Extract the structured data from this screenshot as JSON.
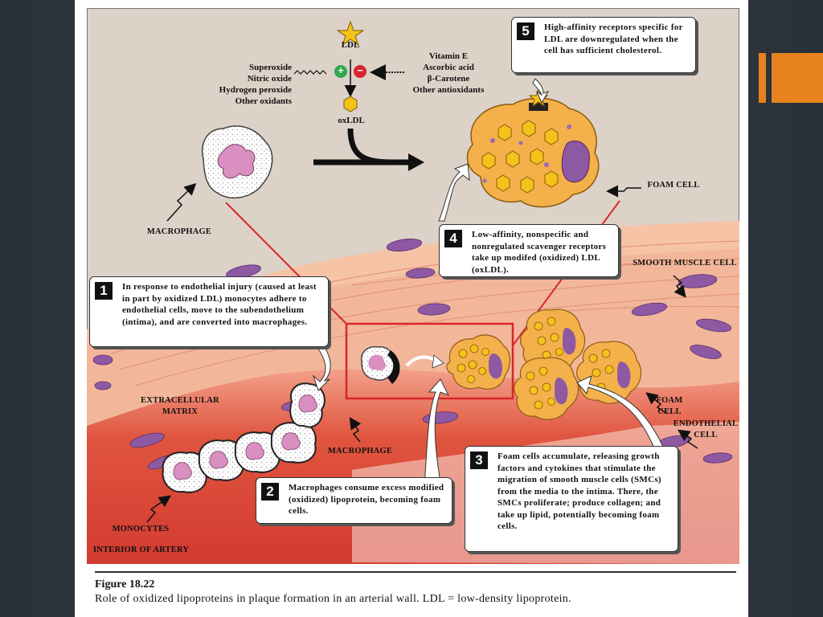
{
  "figure": {
    "labels": {
      "ldl": "LDL",
      "oxidants": "Superoxide\nNitric oxide\nHydrogen peroxide\nOther oxidants",
      "antioxidants": "Vitamin E\nAscorbic acid\nβ-Carotene\nOther antioxidants",
      "oxldl": "oxLDL",
      "macrophage_top": "MACROPHAGE",
      "foam_cell_top": "FOAM CELL",
      "smooth_muscle_cell": "SMOOTH MUSCLE CELL",
      "extracellular_matrix": "EXTRACELLULAR\nMATRIX",
      "macrophage_bottom": "MACROPHAGE",
      "foam_cell_right": "FOAM\nCELL",
      "endothelial_cell": "ENDOTHELIAL\nCELL",
      "monocytes": "MONOCYTES",
      "interior_of_artery": "INTERIOR OF ARTERY",
      "plus_sign": "+",
      "minus_sign": "−"
    },
    "callouts": [
      {
        "number": "1",
        "text": "In response to endothelial injury (caused at least in part by oxidized LDL) monocytes adhere to endothelial cells, move to the subendothelium (intima), and are converted into macrophages."
      },
      {
        "number": "2",
        "text": "Macrophages consume excess modified (oxidized) lipoprotein, becoming foam cells."
      },
      {
        "number": "3",
        "text": "Foam cells accumulate, releasing growth factors and cytokines that stimulate the migration of smooth muscle cells (SMCs) from the media to the intima. There, the SMCs proliferate; produce collagen; and take up lipid, potentially becoming foam cells."
      },
      {
        "number": "4",
        "text": "Low-affinity, nonspecific and nonregulated scavenger receptors take up modifed (oxidized) LDL (oxLDL)."
      },
      {
        "number": "5",
        "text": "High-affinity receptors specific for LDL are downregulated when the cell has sufficient cholesterol."
      }
    ],
    "colors": {
      "background": "#ddd2c8",
      "tissue": "#f2b79a",
      "lumen": "#d9463a",
      "nucleus_purple": "#8e59a3",
      "lipid_yellow": "#f5c21a",
      "highlight_box": "#d7262b",
      "plus_green": "#2da84a",
      "minus_red": "#d7262b"
    }
  },
  "caption": {
    "title": "Figure 18.22",
    "text": "Role of oxidized lipoproteins in plaque formation in an arterial wall. LDL = low-density lipoprotein."
  }
}
